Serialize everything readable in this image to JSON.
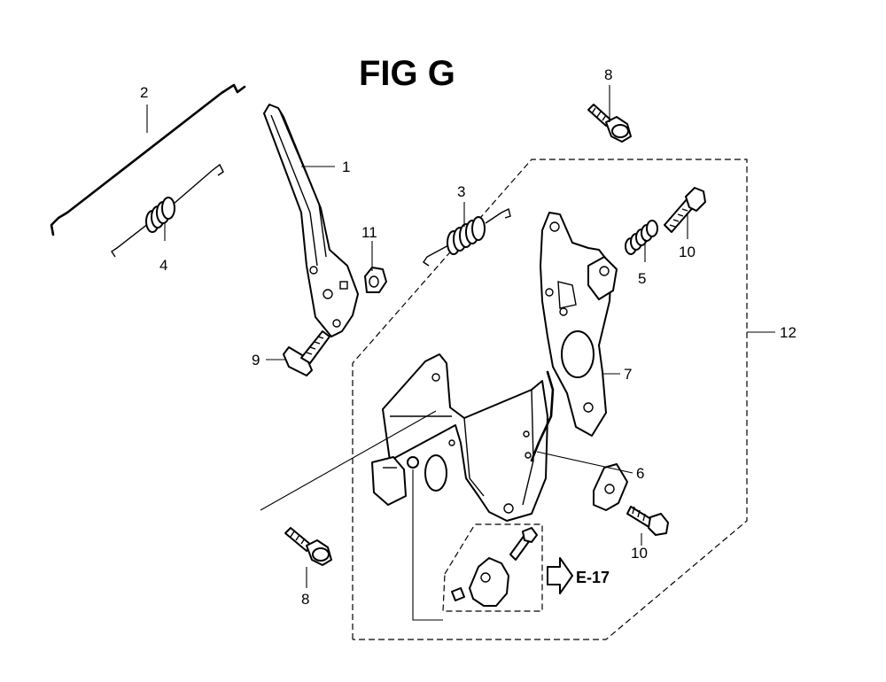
{
  "figure": {
    "title": "FIG G",
    "reference": "E-17"
  },
  "callouts": [
    {
      "id": "c1",
      "label": "1"
    },
    {
      "id": "c2",
      "label": "2"
    },
    {
      "id": "c3",
      "label": "3"
    },
    {
      "id": "c4",
      "label": "4"
    },
    {
      "id": "c5",
      "label": "5"
    },
    {
      "id": "c6",
      "label": "6"
    },
    {
      "id": "c7",
      "label": "7"
    },
    {
      "id": "c8a",
      "label": "8"
    },
    {
      "id": "c8b",
      "label": "8"
    },
    {
      "id": "c9",
      "label": "9"
    },
    {
      "id": "c10a",
      "label": "10"
    },
    {
      "id": "c10b",
      "label": "10"
    },
    {
      "id": "c11",
      "label": "11"
    },
    {
      "id": "c12",
      "label": "12"
    }
  ]
}
